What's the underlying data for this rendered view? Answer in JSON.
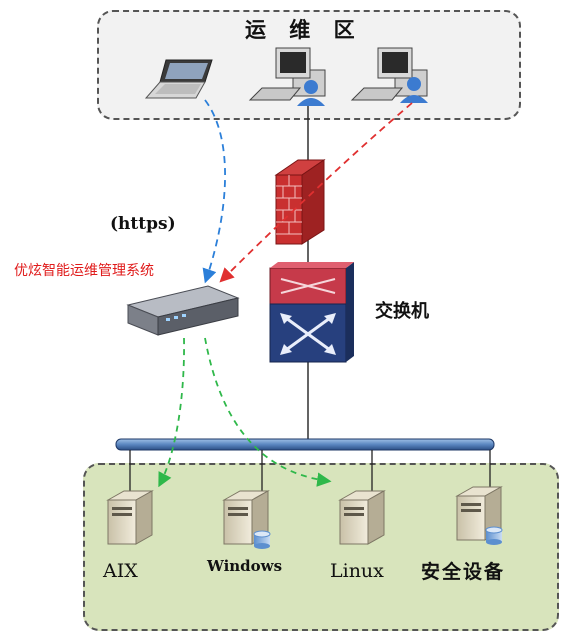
{
  "zone_title": "运 维 区",
  "https_label": "(https)",
  "system_label": "优炫智能运维管理系统",
  "switch_label": "交换机",
  "servers": {
    "aix": "AIX",
    "windows": "Windows",
    "linux": "Linux",
    "security": "安全设备"
  },
  "colors": {
    "ops_zone_fill": "#f2f2f2",
    "server_zone_fill": "#d8e4bc",
    "blue_flow": "#2b7fd9",
    "red_flow": "#e03030",
    "green_flow": "#2fb84a",
    "system_label": "#e01b1b"
  },
  "icons": [
    "laptop-icon",
    "workstation-icon",
    "firewall-icon",
    "switch-icon",
    "appliance-icon",
    "server-icon",
    "database-icon"
  ]
}
